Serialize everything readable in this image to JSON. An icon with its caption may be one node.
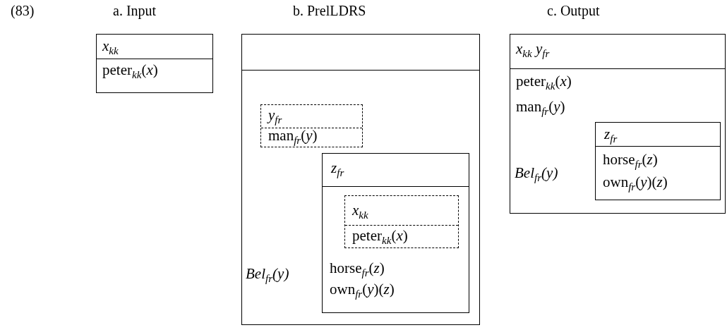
{
  "diagram": {
    "nodes": [
      {
        "text": [
          "*x*$_{kk}$",
          "peter$_{kk}$(*x*)"
        ]
      },
      {
        "text": [
          "Bel$_{fr}$(*y*)"
        ]
      },
      {
        "text": [
          "*y*$_{fr}$",
          "man$_{fr}$(*y*)"
        ],
        "in": 1
      },
      {
        "text": [
          "*z*$_{fr}$",
          "horse$_{fr}$(*z*)",
          "own$_{fr}$(*y*)(*z*)"
        ],
        "in": 1
      },
      {
        "text": [
          "*x*$_{kk}$",
          "peter$_{kk}$(*x*)"
        ],
        "in": 3
      },
      {
        "text": [
          "*x*$_{kk}$ *y*$_{fr}$",
          "peter$_{kk}$(*x*)",
          "man$_{fr}$(*y*)",
          "Bel$_{fr}$(*y*)"
        ]
      },
      {
        "text": [
          "*z*$_{fr}$",
          "horse$_{fr}$(*z*)",
          "own$_{fr}$(*y*)(*z*)"
        ],
        "in": 5
      }
    ],
    "edges": [],
    "labels": [
      "(83)",
      "a. Input",
      "b. PrelLDRS",
      "c. Output"
    ]
  }
}
